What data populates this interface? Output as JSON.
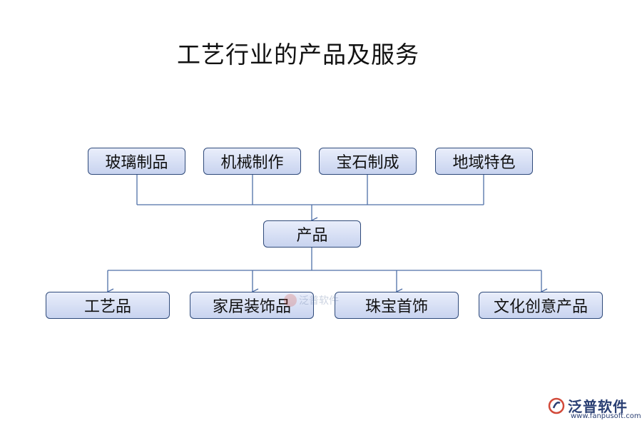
{
  "title": "工艺行业的产品及服务",
  "top_nodes": [
    "玻璃制品",
    "机械制作",
    "宝石制成",
    "地域特色"
  ],
  "center_node": "产品",
  "bottom_nodes": [
    "工艺品",
    "家居装饰品",
    "珠宝首饰",
    "文化创意产品"
  ],
  "watermark": {
    "center_text": "泛普软件",
    "logo_text": "泛普软件",
    "logo_url": "www.fanpusoft.com"
  },
  "colors": {
    "box_fill_top": "#e9eefb",
    "box_fill_bottom": "#c8d3ef",
    "box_border": "#2f4a7a",
    "connector": "#4f6fa8"
  }
}
